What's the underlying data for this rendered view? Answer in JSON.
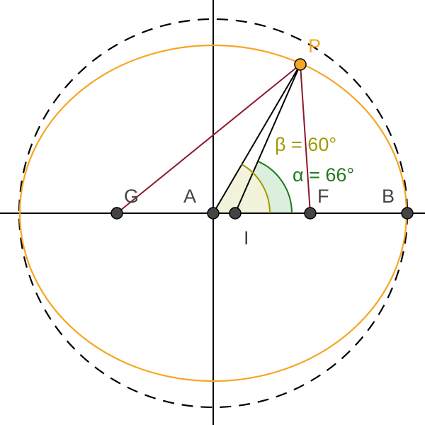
{
  "colors": {
    "ellipse": "#f5a623",
    "circle": "#000000",
    "focal_lines": "#8b1a2b",
    "point_fill": "#444444",
    "point_P_fill": "#f5a623",
    "label_default": "#444444",
    "label_P": "#f5a623",
    "beta_color": "#a09a00",
    "alpha_color": "#1f7a1f",
    "alpha_sector_fill": "#dcefdc",
    "beta_sector_fill": "#f3f3dc"
  },
  "points": {
    "P": "P",
    "G": "G",
    "A": "A",
    "F": "F",
    "B": "B",
    "I": "I"
  },
  "angles": {
    "beta": {
      "label": "β = 60°",
      "degrees": 60
    },
    "alpha": {
      "label": "α = 66°",
      "degrees": 66
    }
  }
}
